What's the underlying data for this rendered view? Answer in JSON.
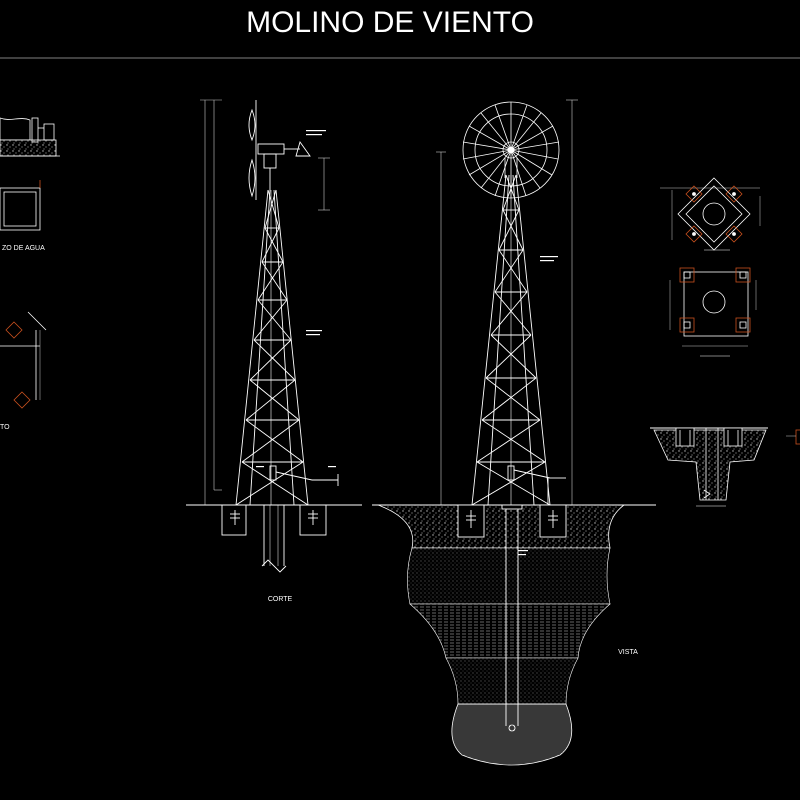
{
  "drawing": {
    "title": "MOLINO DE VIENTO",
    "labels": {
      "corte": "CORTE",
      "vista": "VISTA",
      "tanque": "ZO DE AGUA",
      "left_bottom": "TO"
    },
    "colors": {
      "background": "#000000",
      "line": "#ffffff",
      "dimension": "#c8c8c8",
      "accent": "#c8501e",
      "hatch": "#9a9a9a"
    }
  }
}
